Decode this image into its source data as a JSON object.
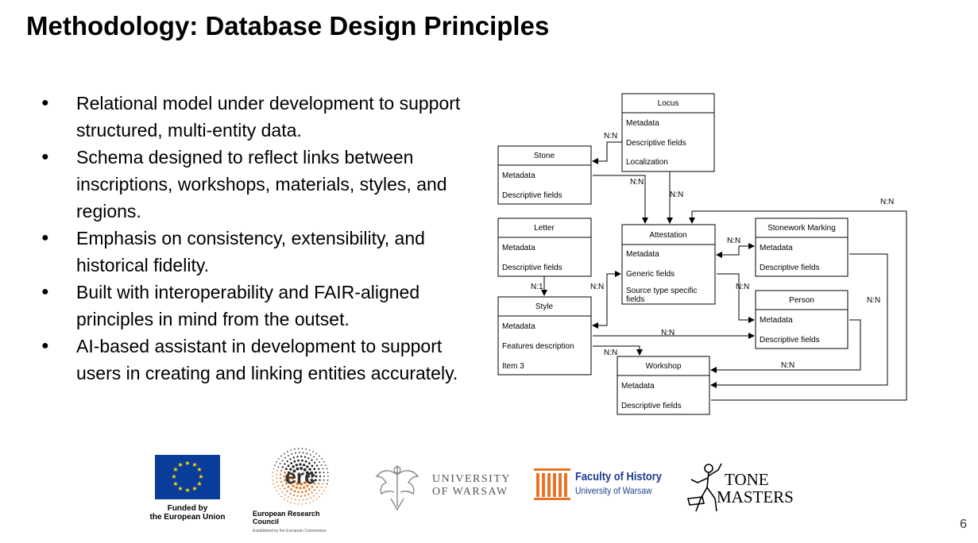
{
  "title": "Methodology: Database Design Principles",
  "bullets": [
    "Relational model under development to support structured, multi-entity data.",
    "Schema designed to reflect links between inscriptions, workshops, materials, styles, and regions.",
    "Emphasis on consistency, extensibility, and historical fidelity.",
    "Built with interoperability and FAIR-aligned principles in mind from the outset.",
    "AI-based assistant in development to support users in creating and linking entities accurately."
  ],
  "diagram": {
    "entities": {
      "locus": {
        "name": "Locus",
        "fields": [
          "Metadata",
          "Descriptive fields",
          "Localization"
        ]
      },
      "stone": {
        "name": "Stone",
        "fields": [
          "Metadata",
          "Descriptive fields"
        ]
      },
      "letter": {
        "name": "Letter",
        "fields": [
          "Metadata",
          "Descriptive fields"
        ]
      },
      "style": {
        "name": "Style",
        "fields": [
          "Metadata",
          "Features description",
          "Item 3"
        ]
      },
      "attestation": {
        "name": "Attestation",
        "fields": [
          "Metadata",
          "Generic fields",
          "Source type specific",
          "fields"
        ]
      },
      "stonework": {
        "name": "Stonework Marking",
        "fields": [
          "Metadata",
          "Descriptive fields"
        ]
      },
      "person": {
        "name": "Person",
        "fields": [
          "Metadata",
          "Descriptive fields"
        ]
      },
      "workshop": {
        "name": "Workshop",
        "fields": [
          "Metadata",
          "Descriptive fields"
        ]
      }
    },
    "relations": {
      "locus_stone": "N:N",
      "stone_attestation": "N:N",
      "locus_attestation": "N:N",
      "letter_style": "N:1",
      "style_attestation": "N:N",
      "attestation_stonework": "N:N",
      "attestation_person": "N:N",
      "style_person": "N:N",
      "style_workshop": "N:N",
      "person_workshop": "N:N",
      "stonework_workshop": "N:N",
      "outer_loop": "N:N"
    }
  },
  "logos": {
    "eu_caption_1": "Funded by",
    "eu_caption_2": "the European Union",
    "erc_mark": "erc",
    "erc_name": "European Research Council",
    "erc_sub": "Established by the European Commission",
    "uw_line1": "UNIVERSITY",
    "uw_line2": "OF WARSAW",
    "foh_line1": "Faculty of History",
    "foh_line2": "University of Warsaw",
    "sm_line1": "TONE",
    "sm_line2": "MASTERS"
  },
  "colors": {
    "eu_blue": "#0a3c9a",
    "eu_star": "#ffdd00",
    "erc_orange": "#e07b2b",
    "foh_orange": "#e8742c",
    "foh_blue": "#1d3d8c"
  },
  "page_number": "6"
}
